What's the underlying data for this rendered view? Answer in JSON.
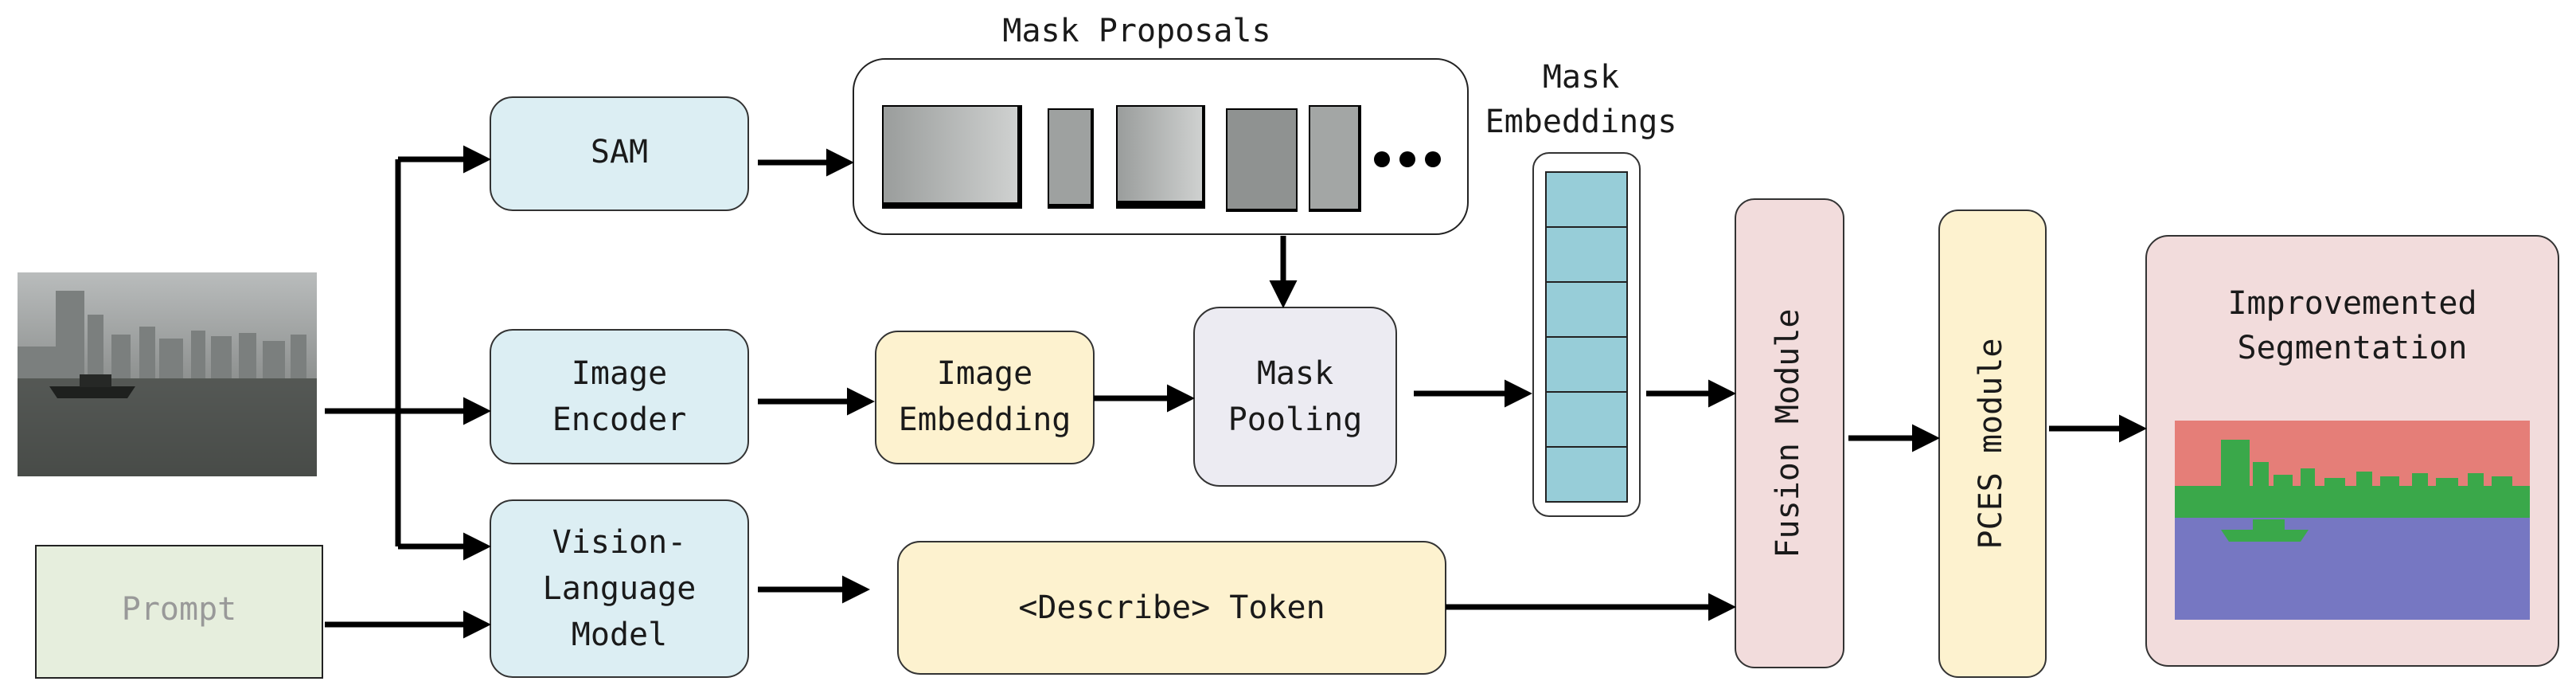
{
  "nodes": {
    "sam": "SAM",
    "image_encoder": [
      "Image",
      "Encoder"
    ],
    "vlm": [
      "Vision-",
      "Language",
      "Model"
    ],
    "prompt": "Prompt",
    "image_embedding": [
      "Image",
      "Embedding"
    ],
    "mask_pooling": [
      "Mask",
      "Pooling"
    ],
    "describe_token": "<Describe> Token",
    "fusion_module": "Fusion Module",
    "pces_module": "PCES module",
    "output_title": [
      "Improvemented",
      "Segmentation"
    ]
  },
  "labels": {
    "mask_proposals": "Mask Proposals",
    "mask_embeddings": [
      "Mask",
      "Embeddings"
    ]
  },
  "colors": {
    "blue_box": "#dceef3",
    "yellow_box": "#fdf2cf",
    "lavender_box": "#ecebf2",
    "pink_box": "#f2dcdc",
    "prompt_box": "#e6eedd",
    "embedding_cell": "#97cdd8",
    "seg_sky": "#e57e78",
    "seg_building": "#3aa84a",
    "seg_water": "#7677c2"
  }
}
